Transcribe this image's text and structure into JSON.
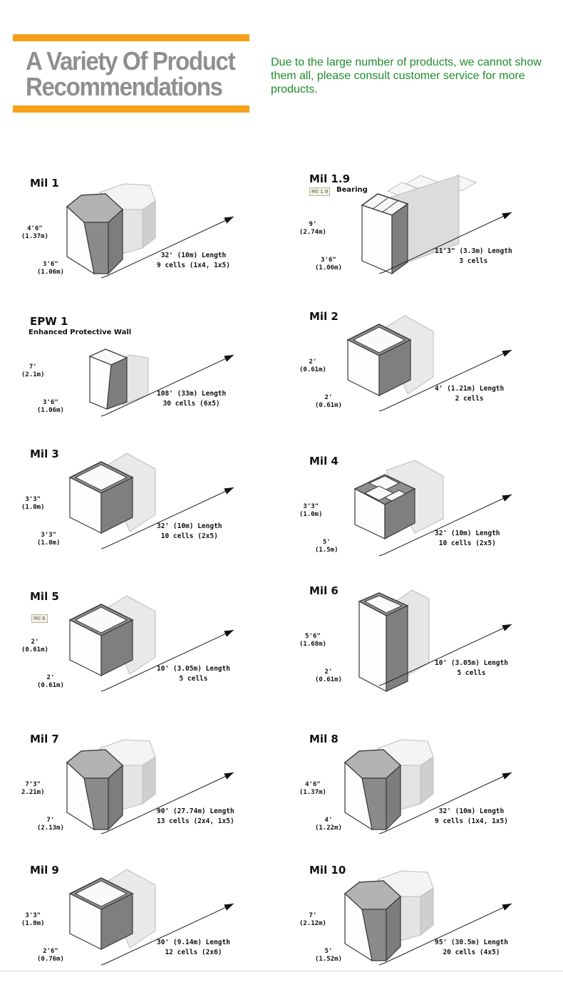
{
  "header": {
    "title_line1": "A Variety Of Product",
    "title_line2": "Recommendations",
    "note": "Due to the large number of products, we cannot show them all, please consult customer service for more products.",
    "accent_color": "#f6a01a",
    "note_color": "#1f8d2a"
  },
  "products": [
    {
      "name": "Mil 1",
      "height": "4'6\"",
      "height_m": "(1.37m)",
      "width": "3'6\"",
      "width_m": "(1.06m)",
      "length": "32' (10m) Length",
      "cells": "9 cells (1x4, 1x5)",
      "shape": "hex"
    },
    {
      "name": "Mil 1.9",
      "subtitle": "Bearing",
      "tag": "Mil 1.9",
      "height": "9'",
      "height_m": "(2.74m)",
      "width": "3'6\"",
      "width_m": "(1.06m)",
      "length": "11'3\" (3.3m) Length",
      "cells": "3 cells",
      "shape": "tall"
    },
    {
      "name": "EPW 1",
      "subtitle": "Enhanced Protective Wall",
      "height": "7'",
      "height_m": "(2.1m)",
      "width": "3'6\"",
      "width_m": "(1.06m)",
      "length": "108' (33m) Length",
      "cells": "30 cells (6x5)",
      "shape": "small"
    },
    {
      "name": "Mil 2",
      "height": "2'",
      "height_m": "(0.61m)",
      "width": "2'",
      "width_m": "(0.61m)",
      "length": "4' (1.21m) Length",
      "cells": "2 cells",
      "shape": "cube"
    },
    {
      "name": "Mil 3",
      "height": "3'3\"",
      "height_m": "(1.0m)",
      "width": "3'3\"",
      "width_m": "(1.0m)",
      "length": "32' (10m) Length",
      "cells": "10 cells  (2x5)",
      "shape": "cube"
    },
    {
      "name": "Mil 4",
      "height": "3'3\"",
      "height_m": "(1.0m)",
      "width": "5'",
      "width_m": "(1.5m)",
      "length": "32' (10m) Length",
      "cells": "10 cells (2x5)",
      "shape": "double"
    },
    {
      "name": "Mil 5",
      "tag": "Mil 6",
      "height": "2'",
      "height_m": "(0.61m)",
      "width": "2'",
      "width_m": "(0.61m)",
      "length": "10' (3.05m) Length",
      "cells": "5 cells",
      "shape": "cube"
    },
    {
      "name": "Mil 6",
      "height": "5'6\"",
      "height_m": "(1.68m)",
      "width": "2'",
      "width_m": "(0.61m)",
      "length": "10' (3.05m) Length",
      "cells": "5 cells",
      "shape": "column"
    },
    {
      "name": "Mil 7",
      "height": "7'3\"",
      "height_m": "2.21m)",
      "width": "7'",
      "width_m": "(2.13m)",
      "length": "90' (27.74m) Length",
      "cells": "13 cells (2x4, 1x5)",
      "shape": "hex"
    },
    {
      "name": "Mil 8",
      "height": "4'6\"",
      "height_m": "(1.37m)",
      "width": "4'",
      "width_m": "(1.22m)",
      "length": "32' (10m) Length",
      "cells": "9 cells (1x4, 1x5)",
      "shape": "hex"
    },
    {
      "name": "Mil 9",
      "height": "3'3\"",
      "height_m": "(1.0m)",
      "width": "2'6\"",
      "width_m": "(0.76m)",
      "length": "30' (9.14m) Length",
      "cells": "12 cells (2x6)",
      "shape": "cube"
    },
    {
      "name": "Mil 10",
      "height": "7'",
      "height_m": "(2.12m)",
      "width": "5'",
      "width_m": "(1.52m)",
      "length": "95' (30.5m) Length",
      "cells": "20 cells (4x5)",
      "shape": "hex"
    }
  ]
}
